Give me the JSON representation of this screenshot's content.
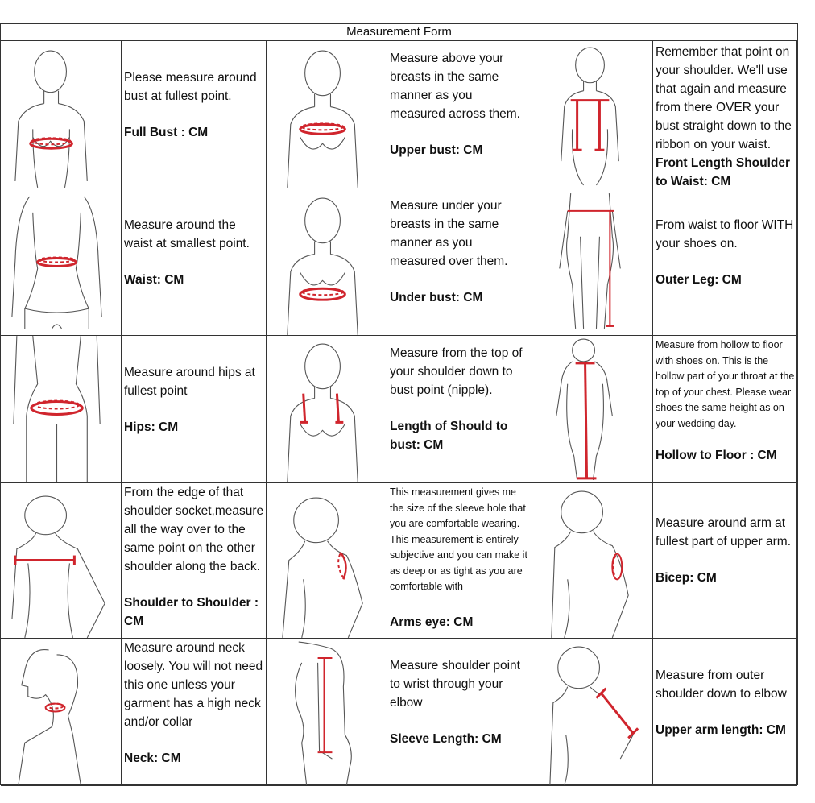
{
  "form": {
    "title": "Measurement Form",
    "rows": [
      [
        {
          "desc": "Please measure around bust at fullest point.",
          "label": "Full Bust :   CM",
          "figure": "female-front-bust-illustration"
        },
        {
          "desc": "Measure above your breasts in the same manner as you measured across them.",
          "label": "Upper bust:  CM",
          "figure": "female-front-upper-bust-illustration"
        },
        {
          "desc": "Remember that point on your shoulder. We'll use that again and measure from there OVER your bust straight down to the ribbon on your waist.",
          "label": "Front Length Shoulder to Waist:   CM",
          "figure": "female-front-shoulder-waist-illustration"
        }
      ],
      [
        {
          "desc": "Measure around the waist at smallest point.",
          "label": "Waist:   CM",
          "figure": "female-back-waist-illustration"
        },
        {
          "desc": "Measure under your breasts in the same manner as you measured over them.",
          "label": "Under bust:  CM",
          "figure": "female-front-under-bust-illustration"
        },
        {
          "desc": "From waist to floor WITH your shoes on.",
          "label": "Outer Leg:  CM",
          "figure": "female-full-outer-leg-illustration"
        }
      ],
      [
        {
          "desc": "Measure around hips at fullest point",
          "label": "Hips:   CM",
          "figure": "female-back-hips-illustration"
        },
        {
          "desc": "Measure from the top of your shoulder down to bust point (nipple).",
          "label": "Length of Should to bust:  CM",
          "figure": "female-front-shoulder-bust-illustration"
        },
        {
          "desc": "Measure from hollow to floor with shoes on. This is the hollow part of your throat at the top of your chest. Please wear shoes the same height as on your wedding day.",
          "label": "Hollow to Floor :   CM",
          "figure": "female-full-hollow-floor-illustration"
        }
      ],
      [
        {
          "desc": "From the edge of that shoulder socket,measure all the way over to the same point on the other shoulder along the back.",
          "label": "Shoulder to Shoulder : CM",
          "figure": "female-back-shoulder-illustration"
        },
        {
          "desc": "This measurement gives me the size of the sleeve hole that you are comfortable wearing. This measurement is entirely subjective and you can make it as deep or as tight as you are comfortable with",
          "label": "Arms eye:  CM",
          "figure": "female-back-armhole-illustration"
        },
        {
          "desc": "Measure around arm at fullest part of upper arm.",
          "label": "Bicep:  CM",
          "figure": "female-back-bicep-illustration"
        }
      ],
      [
        {
          "desc": "Measure around neck loosely. You will not need this one unless your garment has a high neck and/or collar",
          "label": "Neck:  CM",
          "figure": "female-profile-neck-illustration"
        },
        {
          "desc": "Measure shoulder point to wrist through your elbow",
          "label": "Sleeve Length:  CM",
          "figure": "female-side-sleeve-illustration"
        },
        {
          "desc": "Measure from outer shoulder down to elbow",
          "label": "Upper arm length:  CM",
          "figure": "female-back-upper-arm-illustration"
        }
      ]
    ]
  }
}
